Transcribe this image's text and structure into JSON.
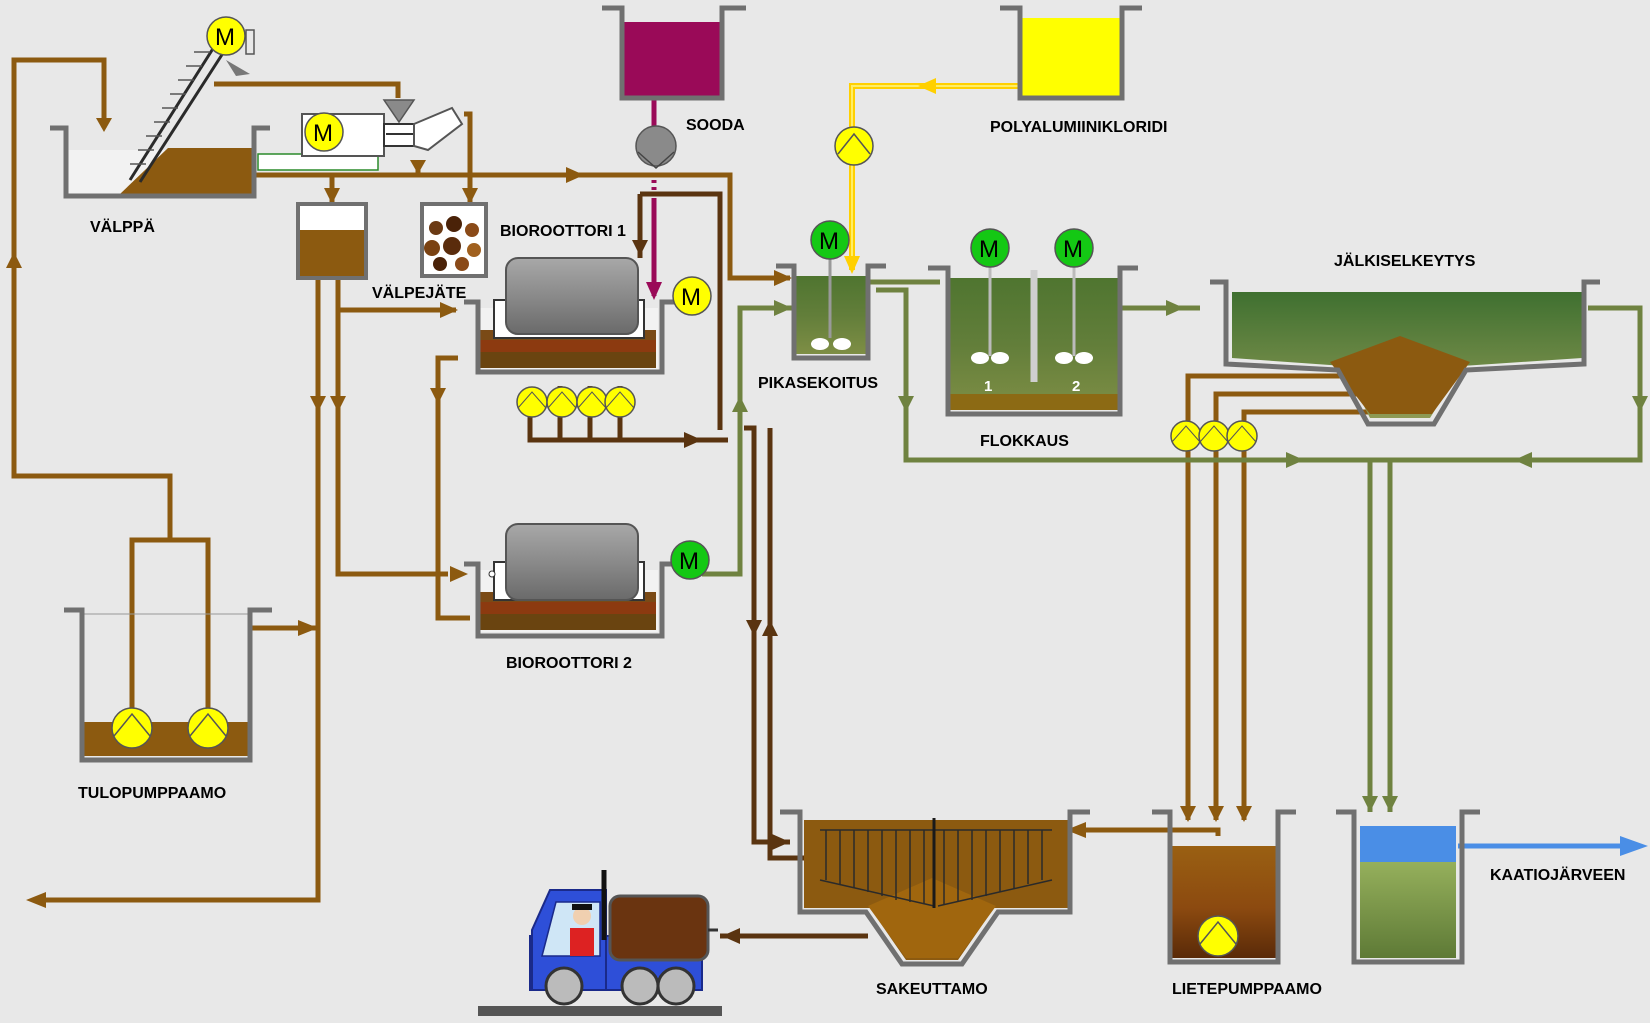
{
  "labels": {
    "valppa": "VÄLPPÄ",
    "valpejate": "VÄLPEJÄTE",
    "tulopumppaamo": "TULOPUMPPAAMO",
    "bioroottori1": "BIOROOTTORI 1",
    "bioroottori2": "BIOROOTTORI 2",
    "sooda": "SOODA",
    "polyalumiinikloridi": "POLYALUMIINIKLORIDI",
    "pikasekoitus": "PIKASEKOITUS",
    "flokkaus": "FLOKKAUS",
    "jalkiselkeytys": "JÄLKISELKEYTYS",
    "sakeuttamo": "SAKEUTTAMO",
    "lietepumppaamo": "LIETEPUMPPAAMO",
    "kaatiojarveen": "KAATIOJÄRVEEN"
  },
  "motor_symbol": "M",
  "flokkaus_stages": [
    "1",
    "2"
  ],
  "colors": {
    "raw": "#8c5a10",
    "sludge": "#5a3410",
    "treated": "#6f8240",
    "polymer": "#ffd000",
    "soda": "#9a0a58",
    "clean": "#4a8ee6",
    "motor_yellow": "#ffff00",
    "motor_green": "#14c814"
  },
  "icons": [
    "motor-icon",
    "pump-icon",
    "truck-icon",
    "arrow-icon"
  ]
}
